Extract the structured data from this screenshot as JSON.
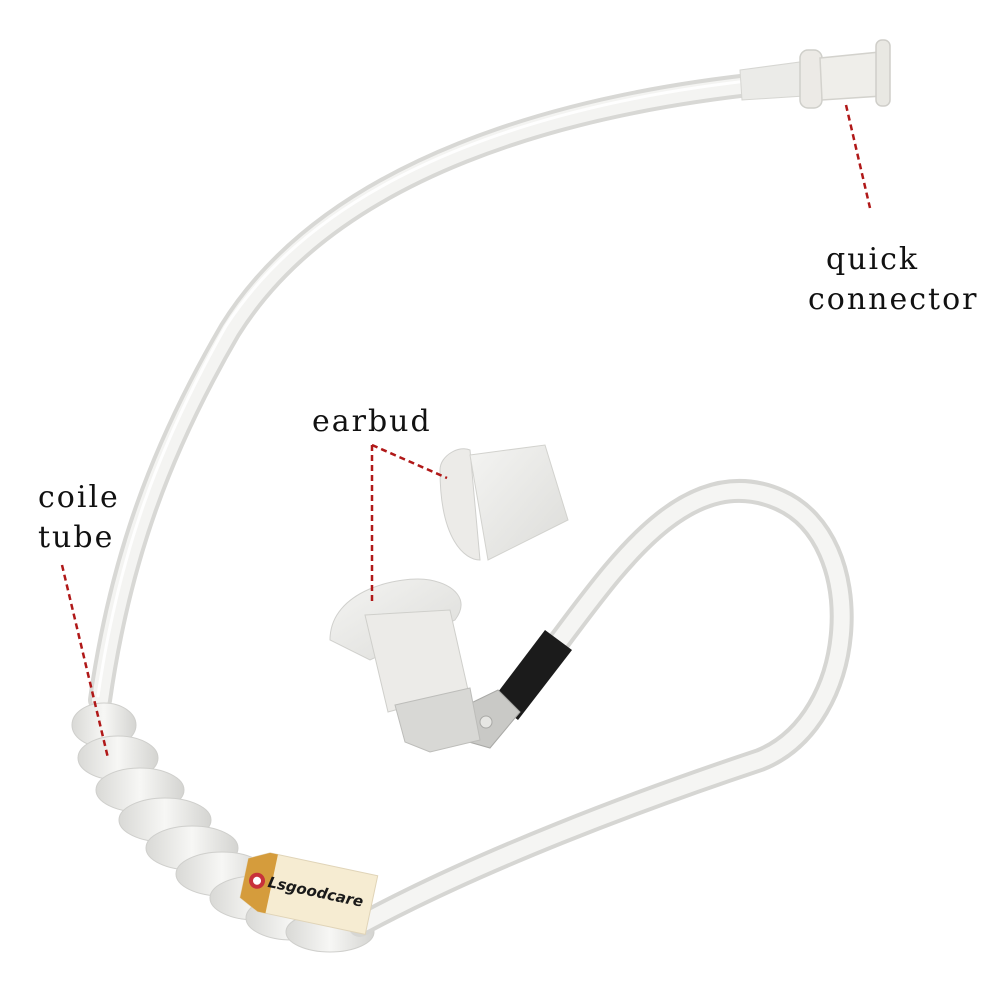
{
  "image": {
    "subject": "acoustic air tube earpiece",
    "background_color": "#ffffff",
    "leader_line_color": "#b01818",
    "tube_color": "#eeeeec",
    "coupler_color": "#1b1b1b"
  },
  "callouts": {
    "quick_connector": {
      "line1": "quick",
      "line2": "connector"
    },
    "earbud": {
      "text": "earbud"
    },
    "coiled_tube": {
      "line1": "coile",
      "line2": "tube"
    }
  },
  "brand_tag": {
    "text": "Lsgoodcare",
    "tag_color": "#f6ecd2",
    "stub_color": "#d59c3c",
    "eyelet_color": "#c8323a"
  }
}
